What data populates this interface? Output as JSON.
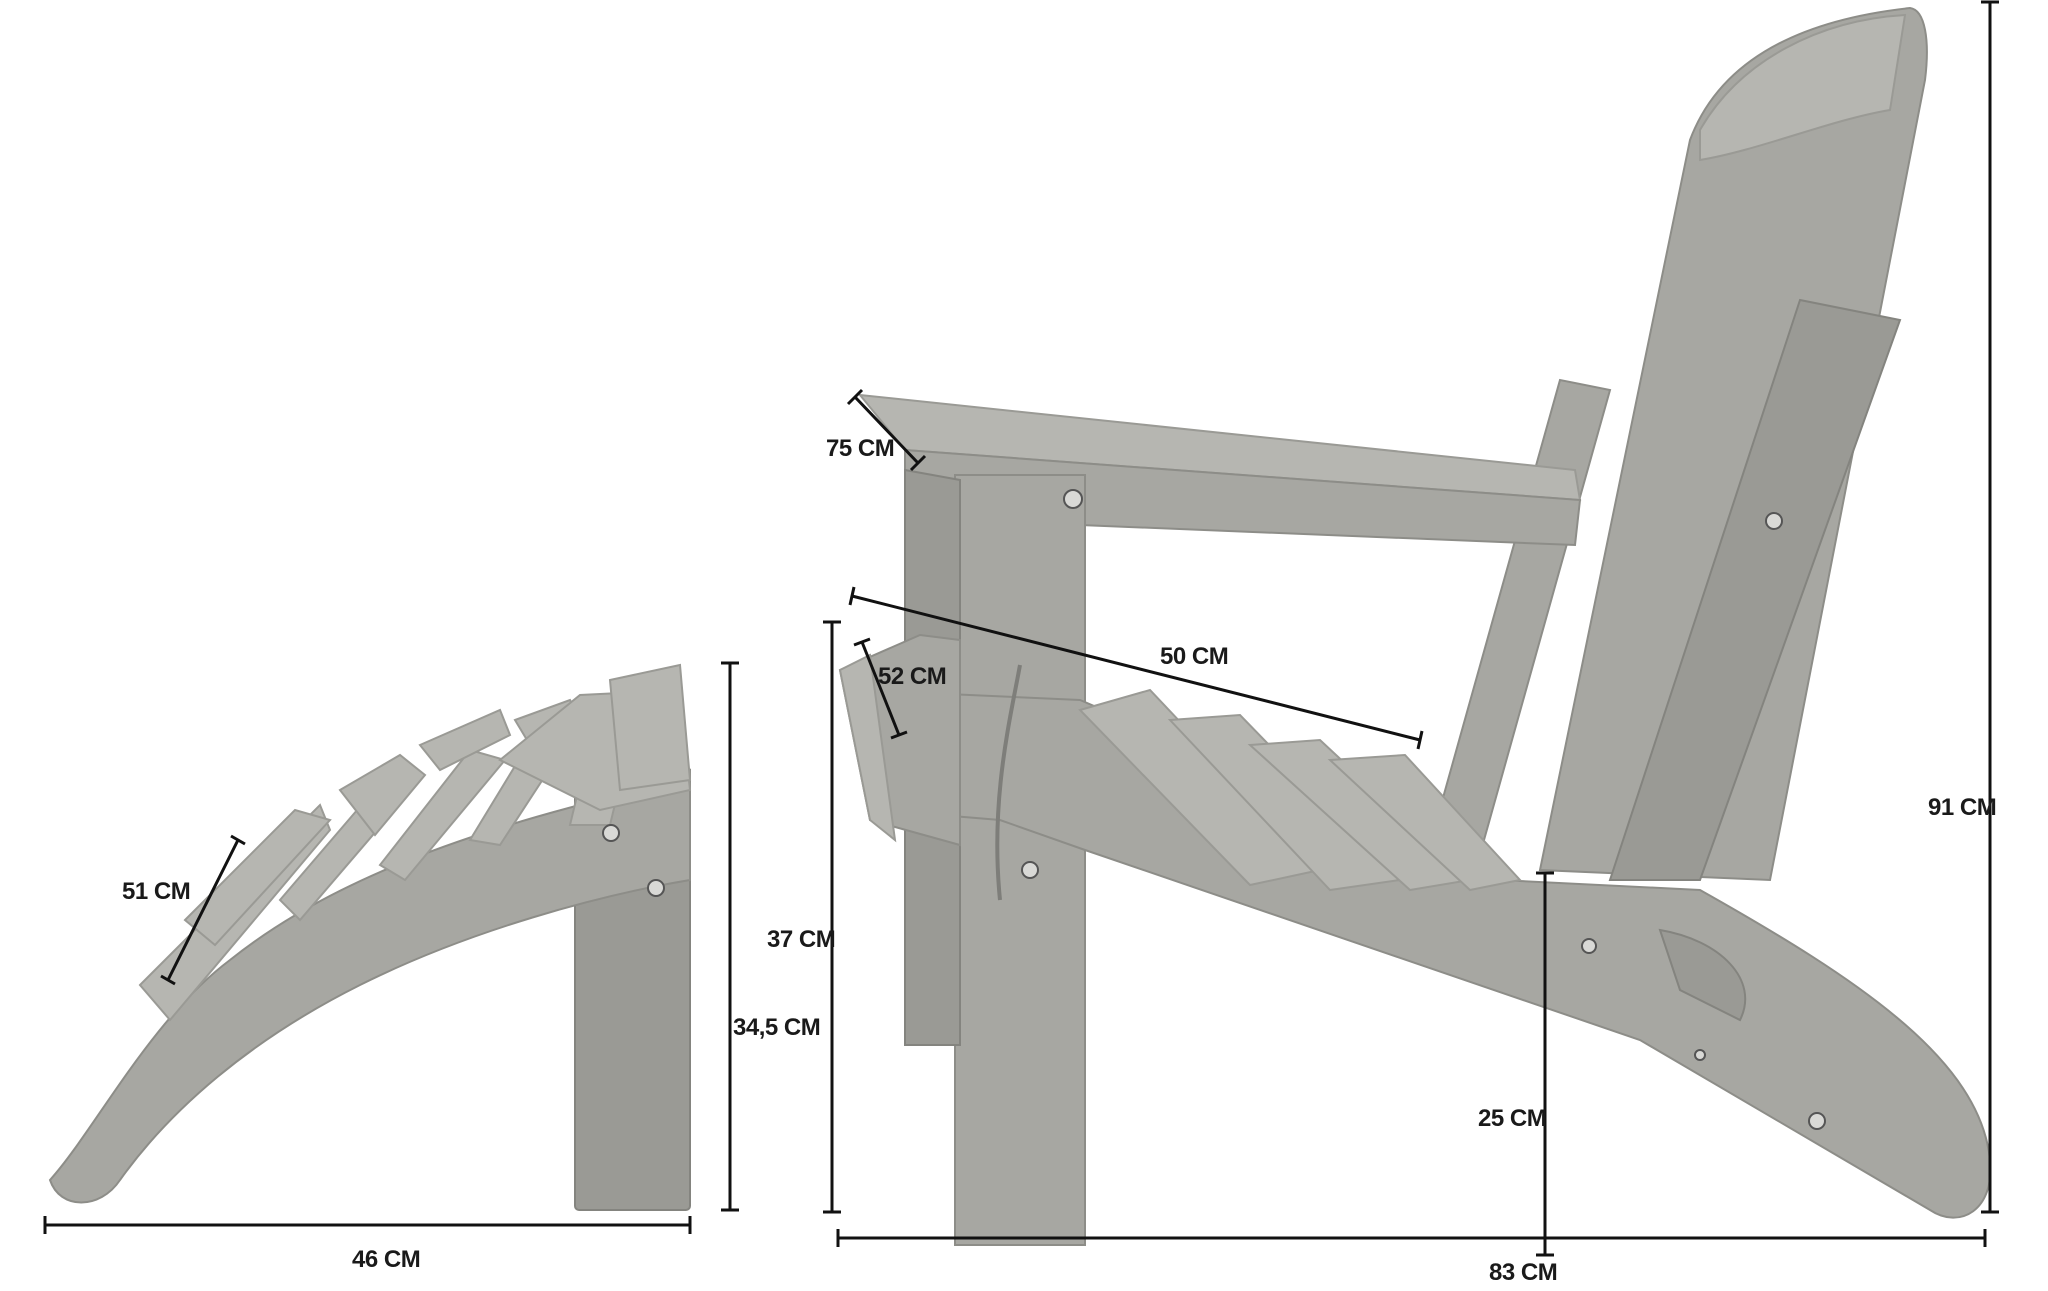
{
  "dimensions": {
    "ottoman_slat_length": "51 CM",
    "ottoman_width": "46 CM",
    "ottoman_height": "34,5 CM",
    "chair_arm_depth": "75 CM",
    "chair_front_width": "52 CM",
    "chair_seat_depth": "50 CM",
    "chair_seat_height": "37 CM",
    "chair_rear_clearance": "25 CM",
    "chair_depth": "83 CM",
    "chair_height": "91 CM"
  },
  "colors": {
    "wood": "#a7a7a2",
    "lines": "#111111",
    "background": "#ffffff"
  }
}
